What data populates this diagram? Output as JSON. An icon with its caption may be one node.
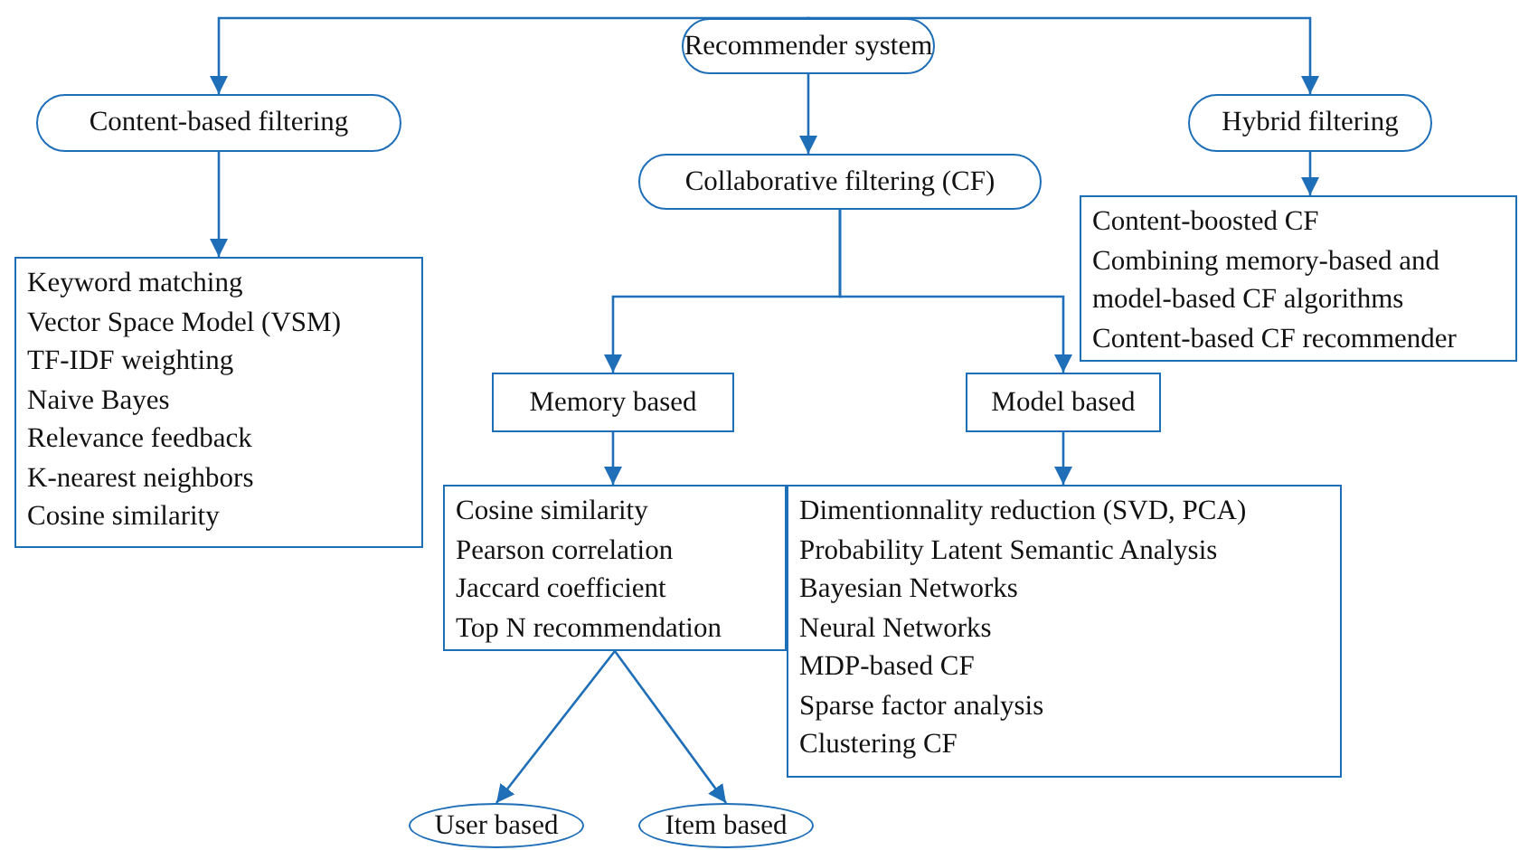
{
  "diagram": {
    "nodes": [
      {
        "text": [
          "Recommender system"
        ]
      },
      {
        "text": [
          "Content-based filtering"
        ]
      },
      {
        "text": [
          "Collaborative filtering (CF)"
        ]
      },
      {
        "text": [
          "Hybrid filtering"
        ]
      },
      {
        "text": [
          "Keyword matching",
          "Vector Space Model (VSM)",
          "TF-IDF weighting",
          "Naive Bayes",
          "Relevance feedback",
          "K-nearest neighbors",
          "Cosine similarity"
        ]
      },
      {
        "text": [
          "Content-boosted CF",
          "Combining memory-based and model-based CF algorithms",
          "Content-based CF recommender"
        ]
      },
      {
        "text": [
          "Memory based"
        ]
      },
      {
        "text": [
          "Model based"
        ]
      },
      {
        "text": [
          "Cosine similarity",
          "Pearson correlation",
          "Jaccard coefficient",
          "Top N recommendation"
        ]
      },
      {
        "text": [
          "Dimentionnality reduction (SVD, PCA)",
          "Probability Latent Semantic Analysis",
          "Bayesian Networks",
          "Neural Networks",
          "MDP-based CF",
          "Sparse factor analysis",
          "Clustering CF"
        ]
      },
      {
        "text": [
          "User based"
        ]
      },
      {
        "text": [
          "Item based"
        ]
      }
    ],
    "edges": [
      {
        "from": 0,
        "to": 1,
        "arrow": "to"
      },
      {
        "from": 0,
        "to": 2,
        "arrow": "to"
      },
      {
        "from": 0,
        "to": 3,
        "arrow": "to"
      },
      {
        "from": 1,
        "to": 4,
        "arrow": "to"
      },
      {
        "from": 3,
        "to": 5,
        "arrow": "to"
      },
      {
        "from": 2,
        "to": 6,
        "arrow": "to"
      },
      {
        "from": 2,
        "to": 7,
        "arrow": "to"
      },
      {
        "from": 6,
        "to": 8,
        "arrow": "to"
      },
      {
        "from": 7,
        "to": 9,
        "arrow": "to"
      },
      {
        "from": 8,
        "to": 10,
        "arrow": "to"
      },
      {
        "from": 8,
        "to": 11,
        "arrow": "to"
      }
    ]
  }
}
